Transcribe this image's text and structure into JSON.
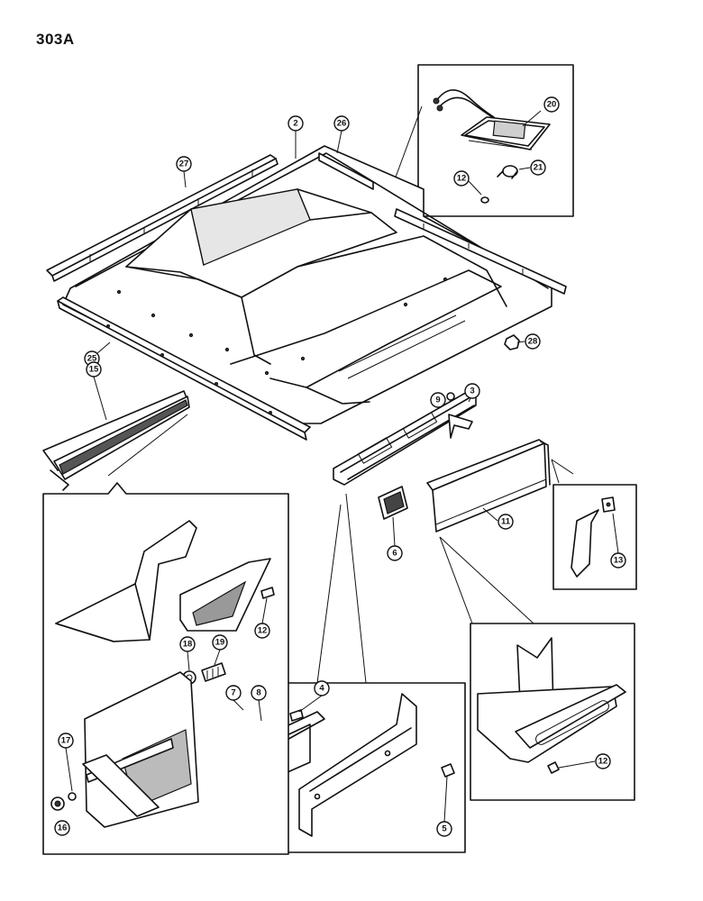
{
  "page": {
    "number": "303A"
  },
  "callouts": {
    "c2": "2",
    "c26": "26",
    "c27": "27",
    "c20": "20",
    "c21": "21",
    "c12a": "12",
    "c28": "28",
    "c25": "25",
    "c15": "15",
    "c9": "9",
    "c3": "3",
    "c11": "11",
    "c6": "6",
    "c13": "13",
    "c12b": "12",
    "c18": "18",
    "c19": "19",
    "c7": "7",
    "c8": "8",
    "c4": "4",
    "c17": "17",
    "c16": "16",
    "c5": "5",
    "c12c": "12"
  }
}
